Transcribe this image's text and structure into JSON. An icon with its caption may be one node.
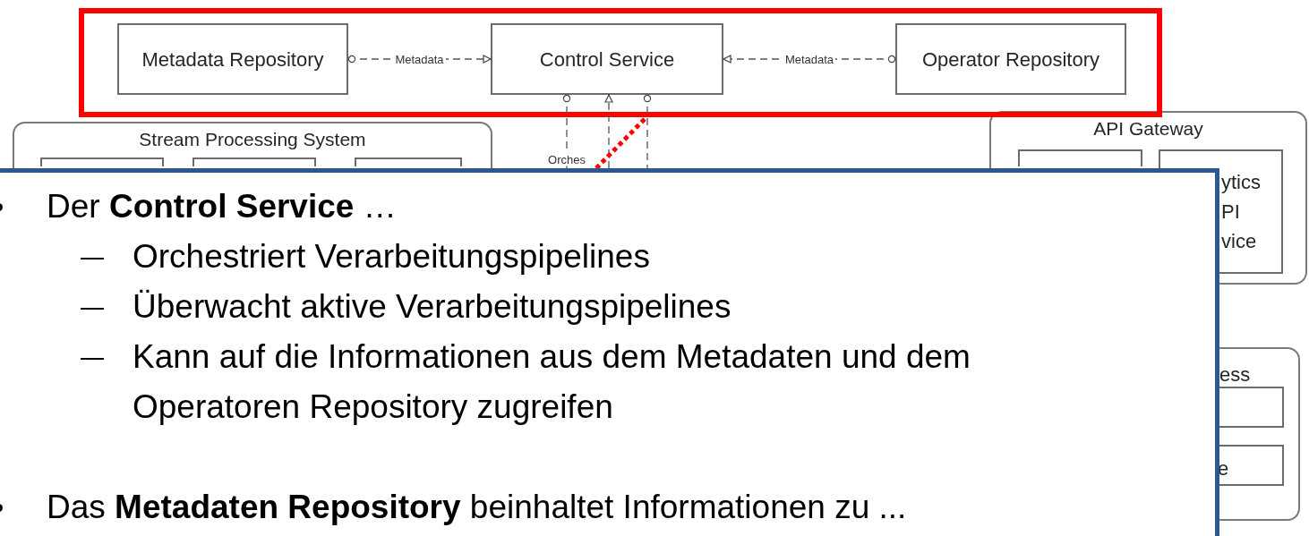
{
  "diagram": {
    "nodes": [
      {
        "text": [],
        "shape": "box"
      },
      {
        "text": [
          "Metadata Repository"
        ],
        "in": 0
      },
      {
        "text": [
          "Control Service"
        ],
        "in": 0
      },
      {
        "text": [
          "Operator Repository"
        ],
        "in": 0
      },
      {
        "text": [
          "Stream Processing System"
        ]
      },
      {
        "text": [],
        "shape": "box",
        "in": 4
      },
      {
        "text": [],
        "shape": "box",
        "in": 4
      },
      {
        "text": [],
        "shape": "box",
        "in": 4
      },
      {
        "text": [
          "API Gateway"
        ]
      },
      {
        "text": [],
        "shape": "box",
        "in": 8
      },
      {
        "text": [
          "ytics PI vice"
        ],
        "in": 8
      },
      {
        "text": [
          "Der **Control Service** …",
          "Orchestriert Verarbeitungspipelines",
          "Überwacht aktive Verarbeitungspipelines",
          "Kann auf die Informationen aus dem Metadaten und dem Operatoren Repository zugreifen",
          "Das **Metadaten Repository** beinhaltet Informationen zu ..."
        ]
      },
      {
        "text": [
          "ess"
        ]
      },
      {
        "text": [],
        "shape": "box",
        "in": 12
      },
      {
        "text": [
          "e"
        ],
        "in": 12
      }
    ],
    "edges": [
      {
        "from": 1,
        "to": 2,
        "arrow": "to",
        "label": "Metadata",
        "style": "dashed"
      },
      {
        "from": 3,
        "to": 2,
        "arrow": "to",
        "label": "Metadata",
        "style": "dashed"
      },
      {
        "from": 2,
        "to": 11,
        "arrow": "other",
        "label": "Orches",
        "style": "dashed"
      },
      {
        "from": 11,
        "to": 2,
        "arrow": "to",
        "style": "dashed"
      },
      {
        "from": 2,
        "to": 11,
        "arrow": "other",
        "style": "dashed"
      },
      {
        "from": 11,
        "to": 0,
        "arrow": "none",
        "style": "dashed",
        "color": "#ff0000"
      }
    ]
  }
}
